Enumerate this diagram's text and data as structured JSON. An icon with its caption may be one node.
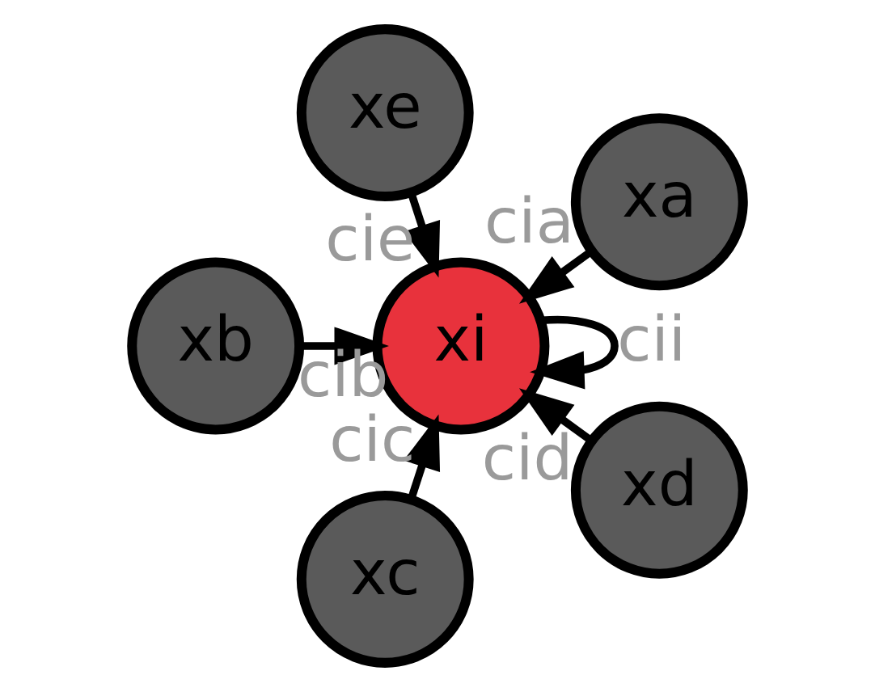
{
  "diagram": {
    "nodes": [
      {
        "text": [
          "xi"
        ]
      },
      {
        "text": [
          "xa"
        ]
      },
      {
        "text": [
          "xe"
        ]
      },
      {
        "text": [
          "xb"
        ]
      },
      {
        "text": [
          "xc"
        ]
      },
      {
        "text": [
          "xd"
        ]
      }
    ],
    "edges": [
      {
        "from": 1,
        "to": 0,
        "arrow": "to",
        "label": "cia"
      },
      {
        "from": 2,
        "to": 0,
        "arrow": "to",
        "label": "cie"
      },
      {
        "from": 3,
        "to": 0,
        "arrow": "to",
        "label": "cib"
      },
      {
        "from": 4,
        "to": 0,
        "arrow": "to",
        "label": "cic"
      },
      {
        "from": 5,
        "to": 0,
        "arrow": "to",
        "label": "cid"
      },
      {
        "from": 0,
        "to": 0,
        "arrow": "to",
        "label": "cii"
      }
    ]
  }
}
